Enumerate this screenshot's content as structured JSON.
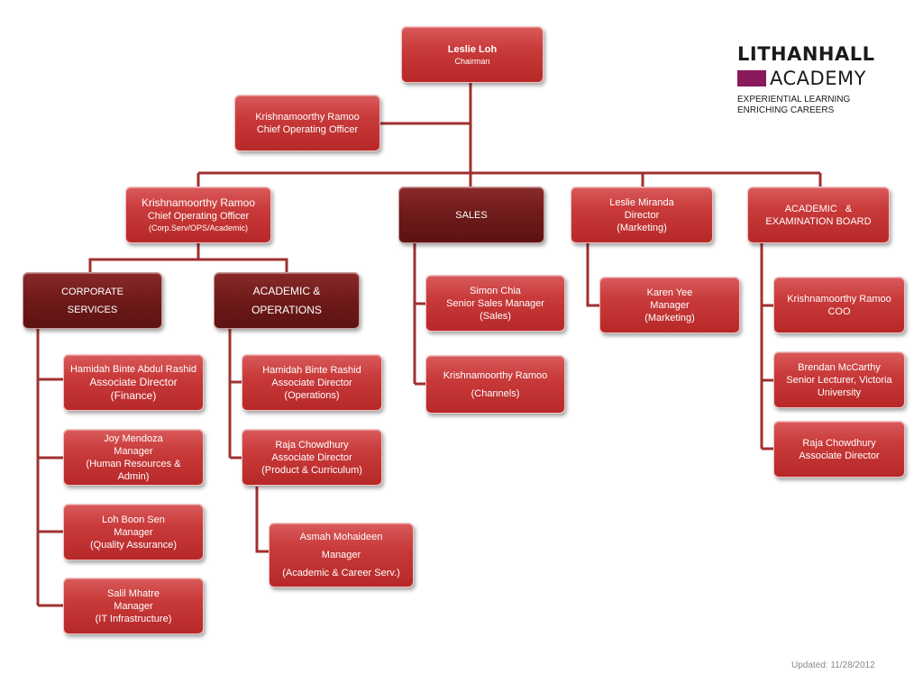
{
  "logo": {
    "top": "LITHANHALL",
    "bottom": "ACADEMY",
    "tagline1": "EXPERIENTIAL LEARNING",
    "tagline2": "ENRICHING CAREERS",
    "brand_color": "#8b1a5c"
  },
  "updated": "Updated: 11/28/2012",
  "colors": {
    "box": "#c93a3a",
    "box_dark": "#6e1a1a",
    "connector": "#a03030"
  },
  "chairman": {
    "name": "Leslie Loh",
    "title": "Chairman"
  },
  "coo_top": {
    "name": "Krishnamoorthy Ramoo",
    "title": "Chief Operating Officer"
  },
  "coo_main": {
    "name": "Krishnamoorthy Ramoo",
    "title": "Chief Operating Officer",
    "scope": "(Corp.Serv/OPS/Academic)"
  },
  "sales": {
    "label": "SALES"
  },
  "marketing_director": {
    "name": "Leslie Miranda",
    "title": "Director",
    "dept": "(Marketing)"
  },
  "academic_board": {
    "line1": "ACADEMIC   &",
    "line2": "EXAMINATION BOARD"
  },
  "corporate_services": {
    "line1": "CORPORATE",
    "line2": "SERVICES"
  },
  "academic_operations": {
    "line1": "ACADEMIC &",
    "line2": "OPERATIONS"
  },
  "finance": {
    "name": "Hamidah Binte Abdul Rashid",
    "title": "Associate Director",
    "dept": "(Finance)"
  },
  "hr": {
    "name": "Joy Mendoza",
    "title": "Manager",
    "dept1": "(Human Resources &",
    "dept2": "Admin)"
  },
  "qa": {
    "name": "Loh Boon Sen",
    "title": "Manager",
    "dept": "(Quality Assurance)"
  },
  "it": {
    "name": "Salil Mhatre",
    "title": "Manager",
    "dept": "(IT Infrastructure)"
  },
  "operations": {
    "name": "Hamidah Binte Rashid",
    "title": "Associate Director",
    "dept": "(Operations)"
  },
  "product": {
    "name": "Raja Chowdhury",
    "title": "Associate Director",
    "dept": "(Product & Curriculum)"
  },
  "career_serv": {
    "name": "Asmah Mohaideen",
    "title": "Manager",
    "dept": "(Academic & Career Serv.)"
  },
  "sales_manager": {
    "name": "Simon Chia",
    "title": "Senior Sales Manager",
    "dept": "(Sales)"
  },
  "channels": {
    "name": "Krishnamoorthy Ramoo",
    "dept": "(Channels)"
  },
  "marketing_manager": {
    "name": "Karen Yee",
    "title": "Manager",
    "dept": "(Marketing)"
  },
  "board_coo": {
    "name": "Krishnamoorthy Ramoo",
    "title": "COO"
  },
  "board_lecturer": {
    "name": "Brendan McCarthy",
    "title1": "Senior Lecturer, Victoria",
    "title2": "University"
  },
  "board_assoc": {
    "name": "Raja Chowdhury",
    "title": "Associate Director"
  }
}
